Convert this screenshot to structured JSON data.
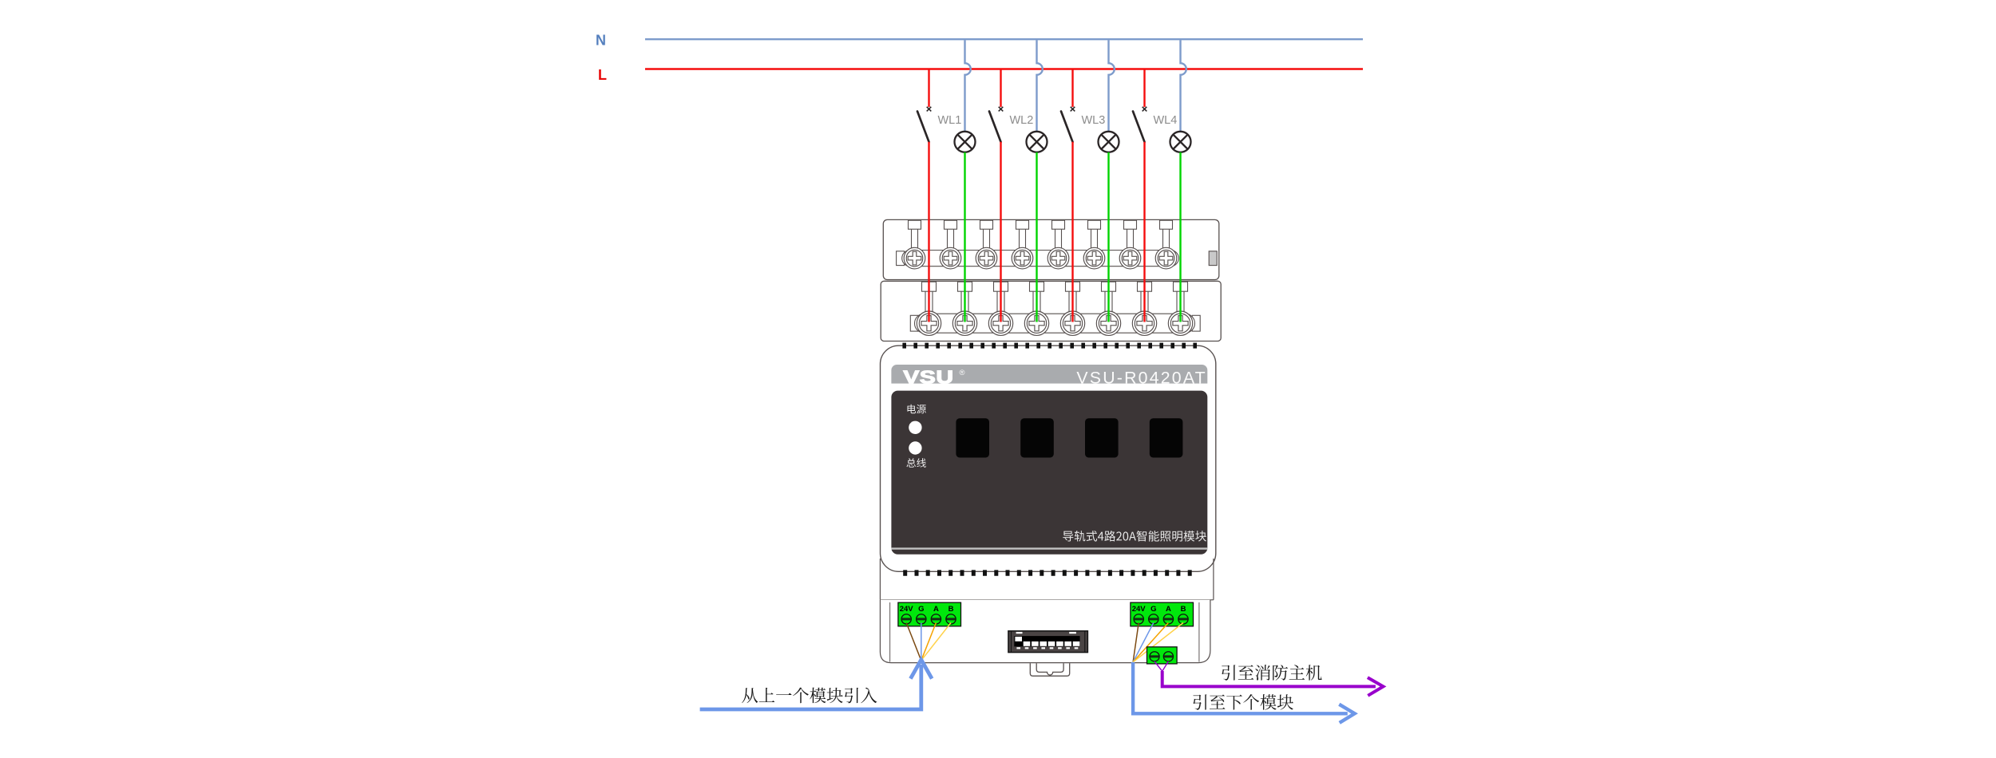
{
  "bus": {
    "n_label": "N",
    "l_label": "L"
  },
  "circuits": [
    {
      "label": "WL1"
    },
    {
      "label": "WL2"
    },
    {
      "label": "WL3"
    },
    {
      "label": "WL4"
    }
  ],
  "module": {
    "brand": "VSU",
    "brand_mark": "®",
    "model": "VSU-R0420AT",
    "power_led_label": "电源",
    "bus_led_label": "总线",
    "caption": "导轨式4路20A智能照明模块",
    "terminal_labels": [
      "24V",
      "G",
      "A",
      "B"
    ]
  },
  "annotations": {
    "incoming": "从上一个模块引入",
    "to_fire_host": "引至消防主机",
    "to_next_module": "引至下个模块"
  },
  "colors": {
    "neutral_blue": "#7D9BCB",
    "live_red": "#F50D0D",
    "lamp_green": "#00D400",
    "terminal_green": "#00E80C",
    "bus_arrow_blue": "#6D97E8",
    "fire_purple": "#9900CC",
    "wire_brown": "#7C4A12",
    "wire_orange": "#F5A300",
    "wire_yellow": "#FFD24A",
    "panel_dark": "#3B3536",
    "band_gray": "#A9ABAE"
  }
}
